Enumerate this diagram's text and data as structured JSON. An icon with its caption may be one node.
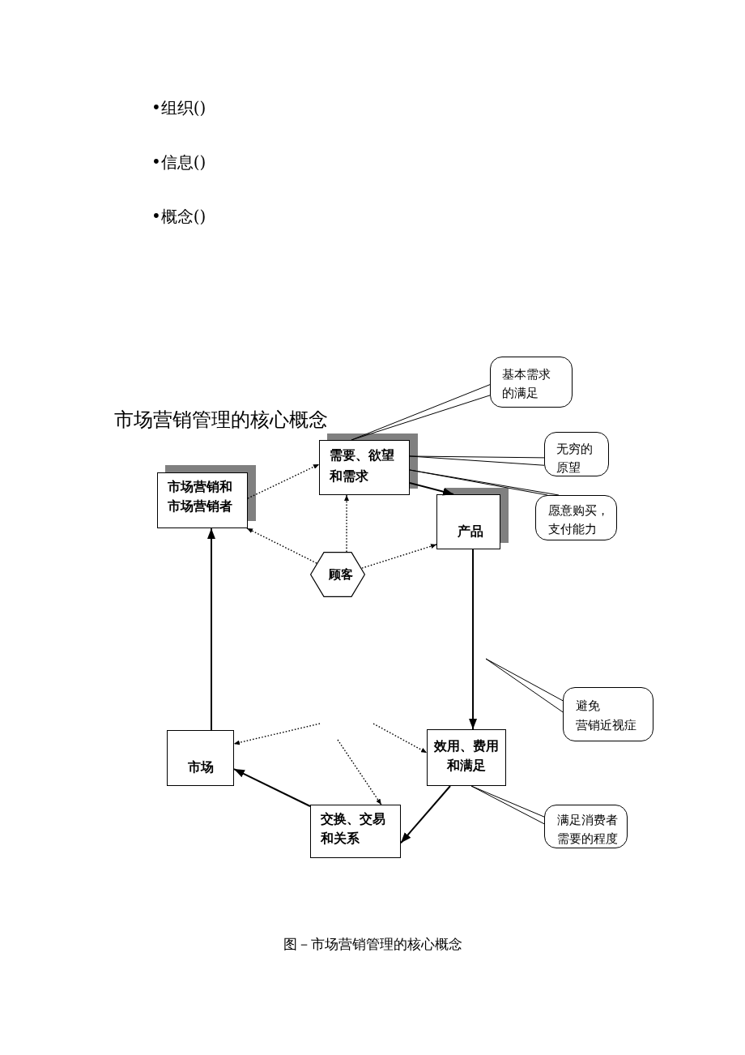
{
  "diagram": {
    "title": "市场营销管理的核心概念",
    "caption": "图－市场营销管理的核心概念",
    "nodes": [
      {
        "text": [
          "市场营销和市场营销者"
        ]
      },
      {
        "text": [
          "需要、欲望和需求"
        ]
      },
      {
        "text": [
          "产品"
        ]
      },
      {
        "text": [
          "顾客"
        ]
      },
      {
        "text": [
          "市场"
        ]
      },
      {
        "text": [
          "交换、交易和关系"
        ]
      },
      {
        "text": [
          "效用、费用和满足"
        ]
      },
      {
        "text": [
          "基本需求的满足"
        ]
      },
      {
        "text": [
          "无穷的原望"
        ]
      },
      {
        "text": [
          "愿意购买，支付能力"
        ]
      },
      {
        "text": [
          "避免",
          "营销近视症"
        ]
      },
      {
        "text": [
          "满足消费者需要的程度"
        ]
      }
    ],
    "edges": [
      {
        "from": 0,
        "to": 1,
        "arrow": "to",
        "style": "dashed"
      },
      {
        "from": 1,
        "to": 2,
        "arrow": "to"
      },
      {
        "from": 3,
        "to": 0,
        "arrow": "to",
        "style": "dashed"
      },
      {
        "from": 3,
        "to": 1,
        "arrow": "to",
        "style": "dashed"
      },
      {
        "from": 3,
        "to": 2,
        "arrow": "to",
        "style": "dashed"
      },
      {
        "from": 4,
        "to": 0,
        "arrow": "to"
      },
      {
        "from": 2,
        "to": 6,
        "arrow": "to"
      },
      {
        "from": null,
        "to": 4,
        "arrow": "to",
        "style": "dashed"
      },
      {
        "from": null,
        "to": 5,
        "arrow": "to",
        "style": "dashed"
      },
      {
        "from": null,
        "to": 6,
        "arrow": "to",
        "style": "dashed"
      },
      {
        "from": 6,
        "to": 5,
        "arrow": "to"
      },
      {
        "from": 5,
        "to": 4,
        "arrow": "to"
      },
      {
        "from": 7,
        "to": 1,
        "arrow": "none"
      },
      {
        "from": 8,
        "to": 1,
        "arrow": "none"
      },
      {
        "from": 9,
        "to": 1,
        "arrow": "none"
      },
      {
        "from": 10,
        "to": null,
        "arrow": "none"
      },
      {
        "from": 11,
        "to": 6,
        "arrow": "none"
      }
    ],
    "labels": [
      "•组织()",
      "•信息()",
      "•概念()"
    ]
  }
}
